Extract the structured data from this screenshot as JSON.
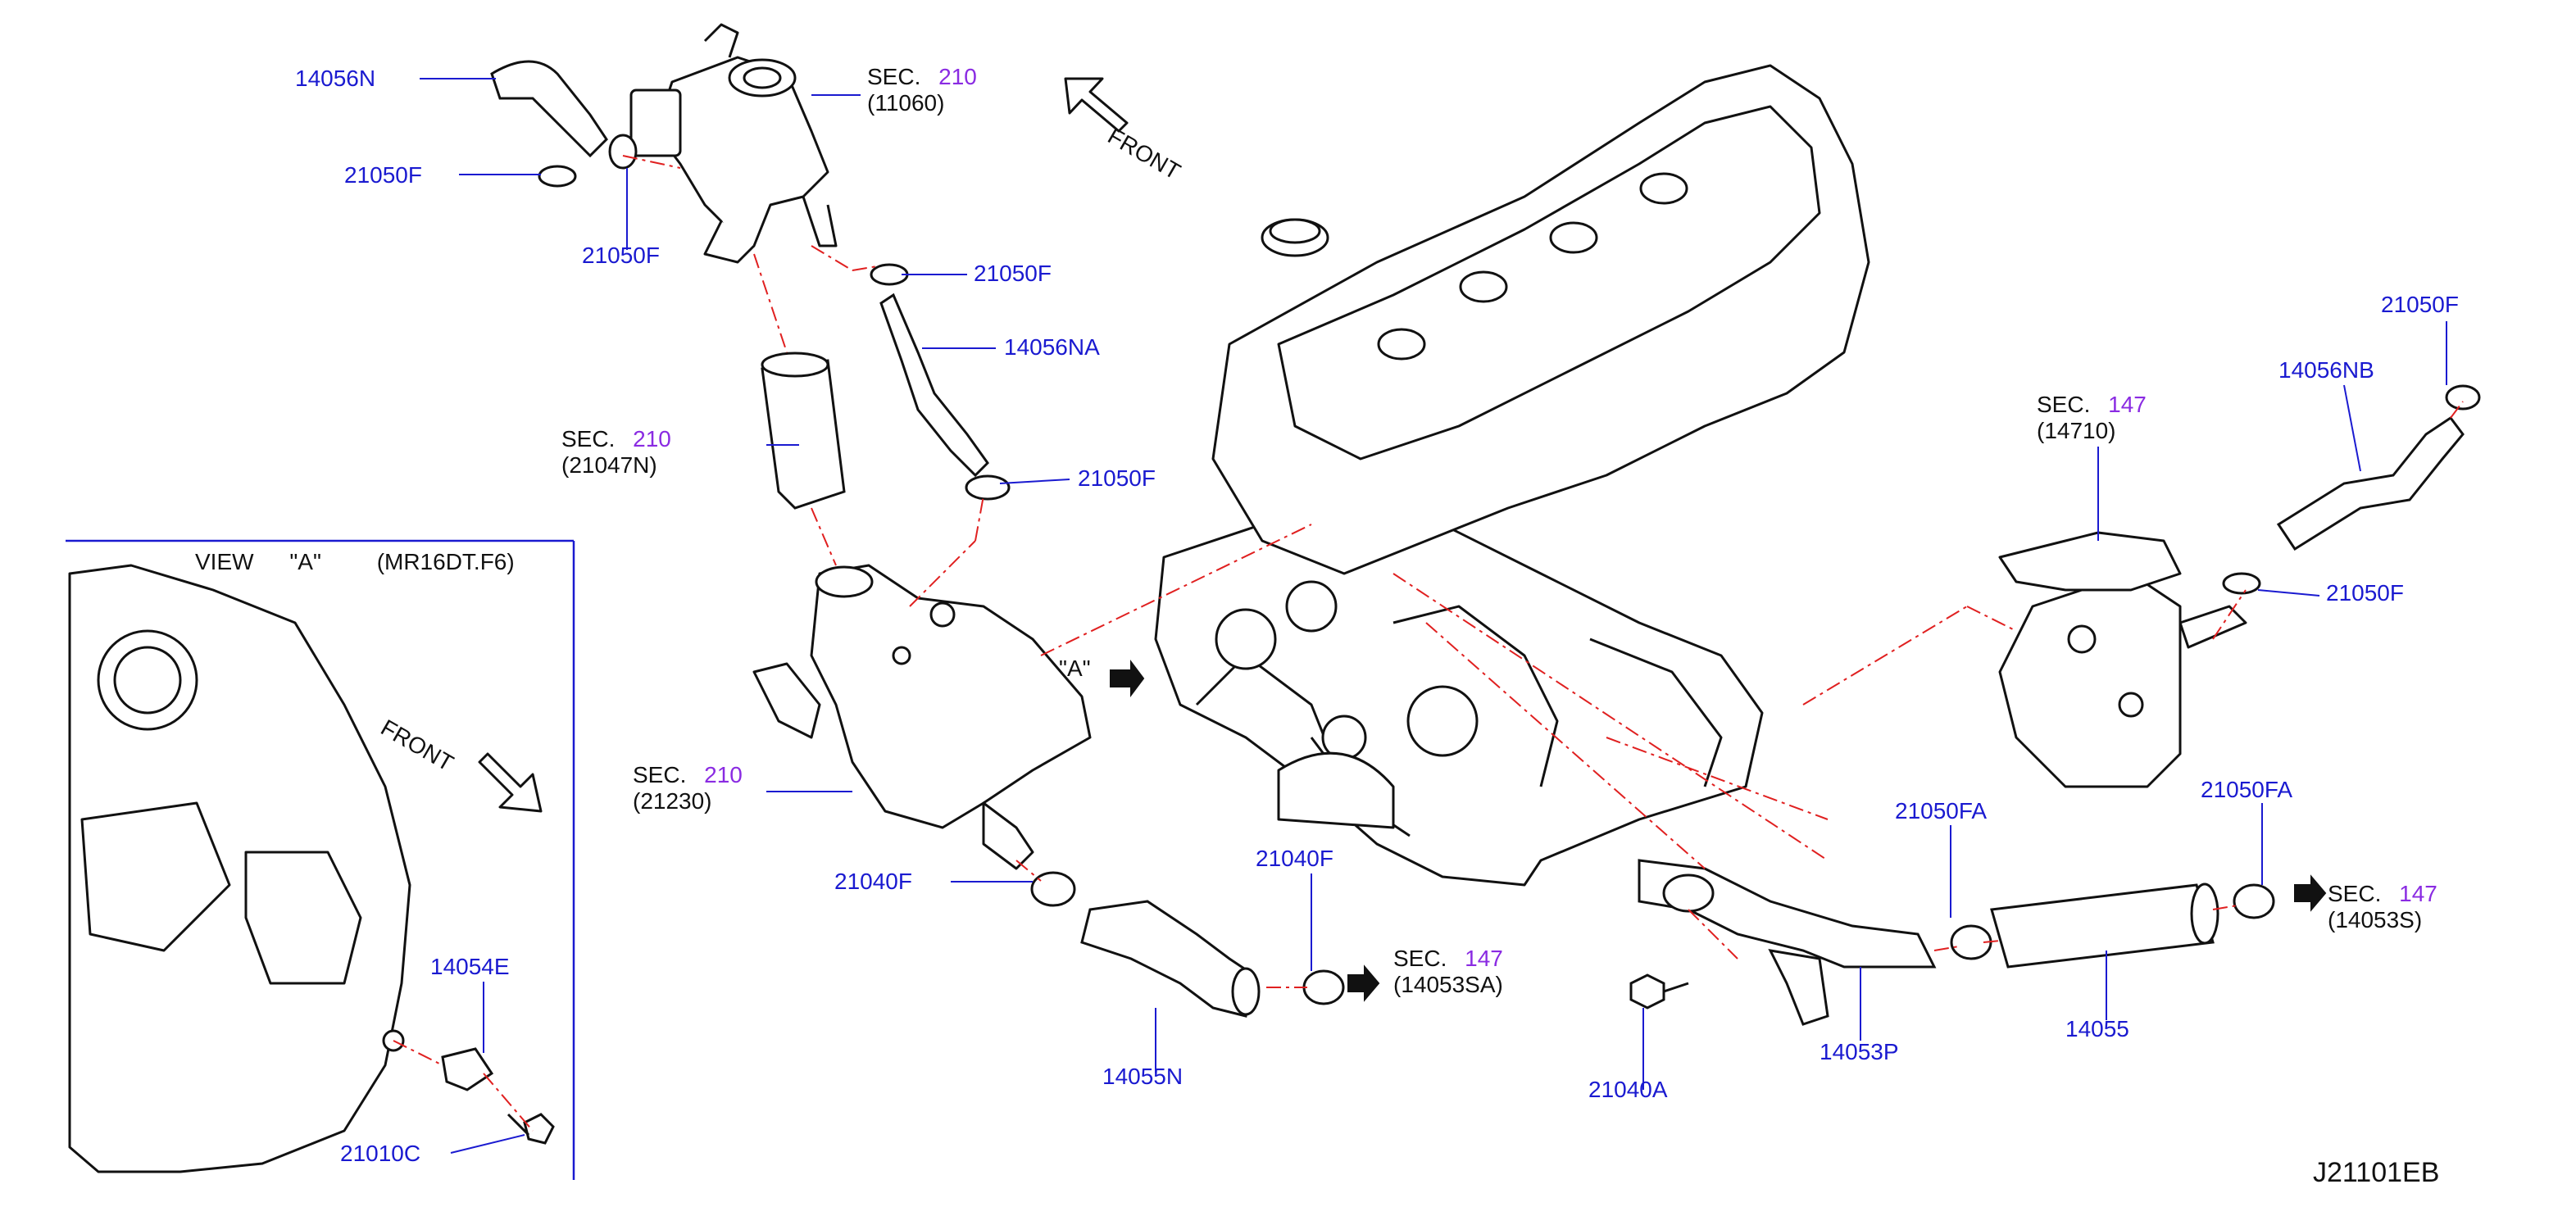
{
  "diagram_code": "J21101EB",
  "colors": {
    "part_number": "#1a1ad0",
    "section": "#8a2be2",
    "text": "#111111",
    "phantom_line": "#e02020",
    "leader": "#1a1ad0"
  },
  "sec_word": "SEC.",
  "front_word": "FRONT",
  "view_a": {
    "title": "VIEW",
    "name": "\"A\"",
    "variant": "(MR16DT.F6)"
  },
  "arrow_a_label": "\"A\"",
  "sections": [
    {
      "id": "s1",
      "sec": "210",
      "ref": "(11060)"
    },
    {
      "id": "s2",
      "sec": "210",
      "ref": "(21047N)"
    },
    {
      "id": "s3",
      "sec": "210",
      "ref": "(21230)"
    },
    {
      "id": "s4",
      "sec": "147",
      "ref": "(14053SA)"
    },
    {
      "id": "s5",
      "sec": "147",
      "ref": "(14710)"
    },
    {
      "id": "s6",
      "sec": "147",
      "ref": "(14053S)"
    }
  ],
  "part_labels": {
    "p_14056N": "14056N",
    "p_21050F_a": "21050F",
    "p_21050F_b": "21050F",
    "p_21050F_c": "21050F",
    "p_14056NA": "14056NA",
    "p_21050F_d": "21050F",
    "p_21040F_a": "21040F",
    "p_21040F_b": "21040F",
    "p_14055N": "14055N",
    "p_14054E": "14054E",
    "p_21010C": "21010C",
    "p_21040A": "21040A",
    "p_14053P": "14053P",
    "p_21050FA_a": "21050FA",
    "p_14055": "14055",
    "p_21050FA_b": "21050FA",
    "p_21050F_e": "21050F",
    "p_14056NB": "14056NB",
    "p_21050F_f": "21050F"
  }
}
